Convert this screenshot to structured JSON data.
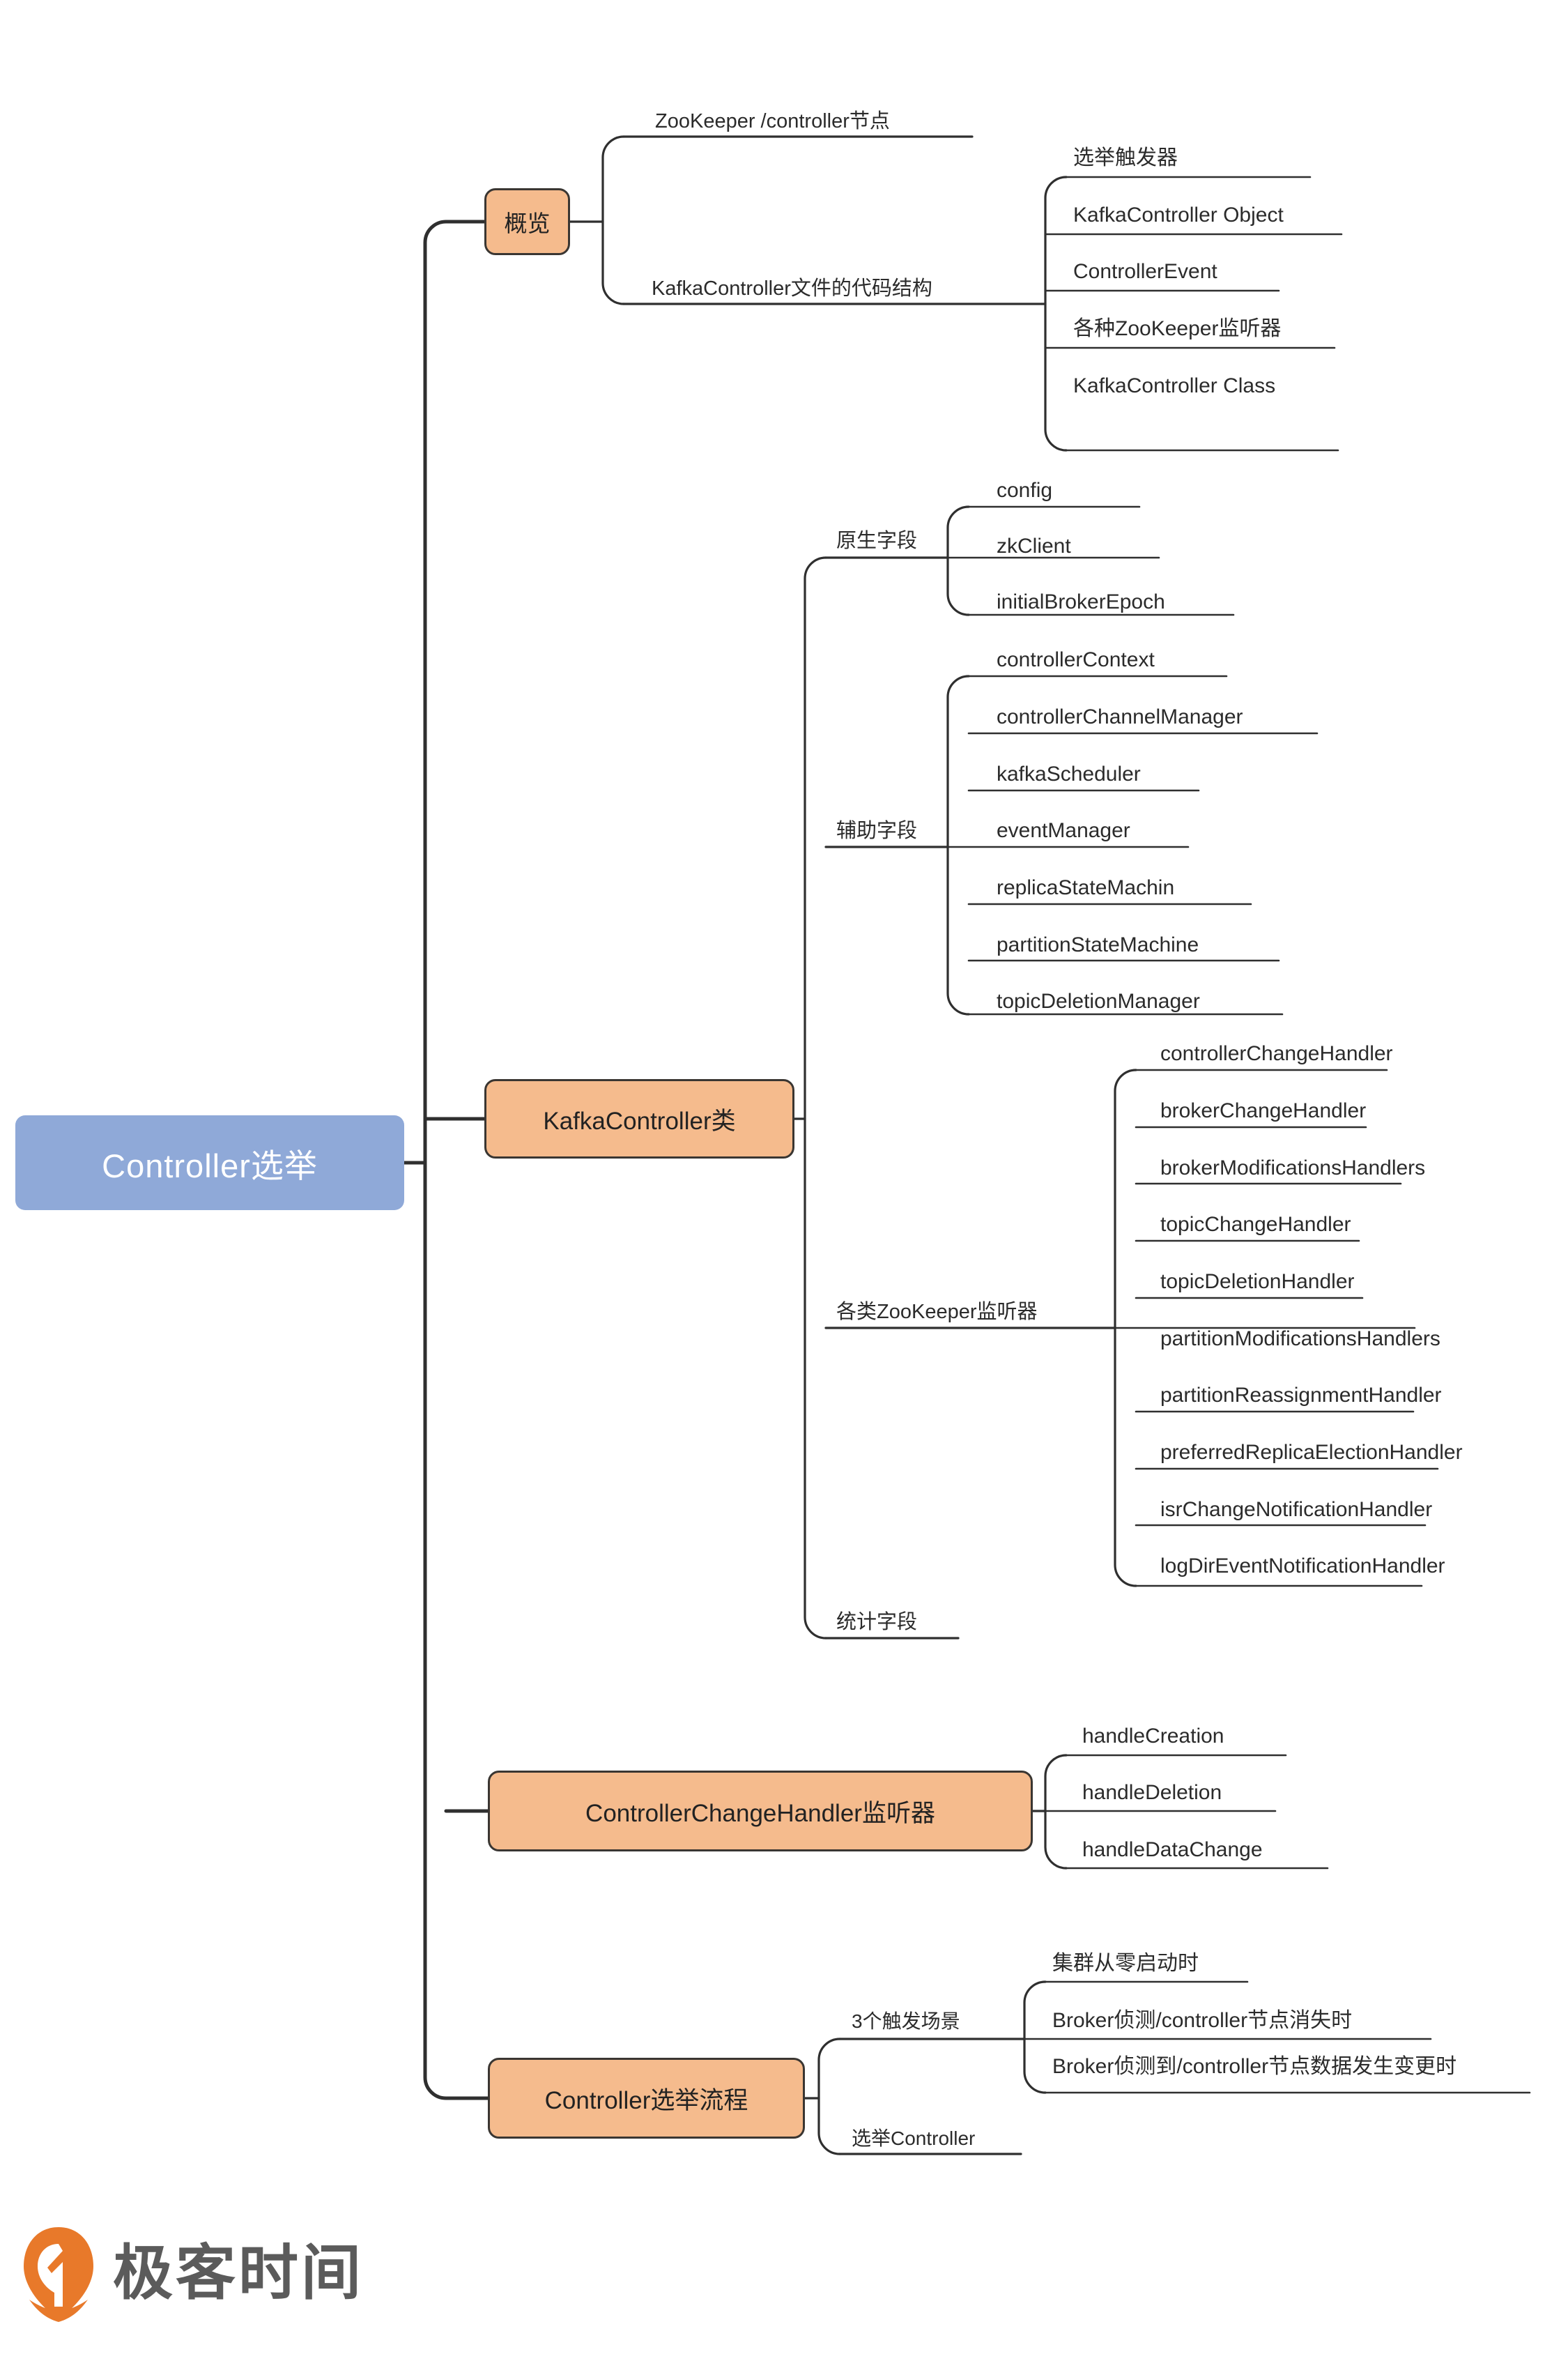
{
  "root": {
    "label": "Controller选举",
    "color": "#8fa9d8",
    "text_color": "#ffffff"
  },
  "theme": {
    "branch_fill": "#f5bb8d",
    "branch_border": "#3a3632",
    "wire_color": "#2f2f2f",
    "leaf_text": "#2b2b2b"
  },
  "branches": [
    {
      "label": "概览",
      "children": [
        {
          "label": "ZooKeeper /controller节点",
          "children": []
        },
        {
          "label": "KafkaController文件的代码结构",
          "children": [
            {
              "label": "选举触发器"
            },
            {
              "label": "KafkaController Object"
            },
            {
              "label": "ControllerEvent"
            },
            {
              "label": "各种ZooKeeper监听器"
            },
            {
              "label": "KafkaController Class"
            }
          ]
        }
      ]
    },
    {
      "label": "KafkaController类",
      "children": [
        {
          "label": "原生字段",
          "children": [
            {
              "label": "config"
            },
            {
              "label": "zkClient"
            },
            {
              "label": "initialBrokerEpoch"
            }
          ]
        },
        {
          "label": "辅助字段",
          "children": [
            {
              "label": "controllerContext"
            },
            {
              "label": "controllerChannelManager"
            },
            {
              "label": "kafkaScheduler"
            },
            {
              "label": "eventManager"
            },
            {
              "label": "replicaStateMachin"
            },
            {
              "label": "partitionStateMachine"
            },
            {
              "label": "topicDeletionManager"
            }
          ]
        },
        {
          "label": "各类ZooKeeper监听器",
          "children": [
            {
              "label": "controllerChangeHandler"
            },
            {
              "label": "brokerChangeHandler"
            },
            {
              "label": "brokerModificationsHandlers"
            },
            {
              "label": "topicChangeHandler"
            },
            {
              "label": "topicDeletionHandler"
            },
            {
              "label": "partitionModificationsHandlers"
            },
            {
              "label": "partitionReassignmentHandler"
            },
            {
              "label": "preferredReplicaElectionHandler"
            },
            {
              "label": "isrChangeNotificationHandler"
            },
            {
              "label": "logDirEventNotificationHandler"
            }
          ]
        },
        {
          "label": "统计字段",
          "children": []
        }
      ]
    },
    {
      "label": "ControllerChangeHandler监听器",
      "children": [
        {
          "label": "handleCreation"
        },
        {
          "label": "handleDeletion"
        },
        {
          "label": "handleDataChange"
        }
      ]
    },
    {
      "label": "Controller选举流程",
      "children": [
        {
          "label": "3个触发场景",
          "children": [
            {
              "label": "集群从零启动时"
            },
            {
              "label": "Broker侦测/controller节点消失时"
            },
            {
              "label": "Broker侦测到/controller节点数据发生变更时"
            }
          ]
        },
        {
          "label": "选举Controller",
          "children": []
        }
      ]
    }
  ],
  "footer": {
    "logo_icon": "geektime-pin-icon",
    "wordmark": "极客时间",
    "icon_color": "#e8792a",
    "wordmark_color": "#5b5b5b"
  }
}
